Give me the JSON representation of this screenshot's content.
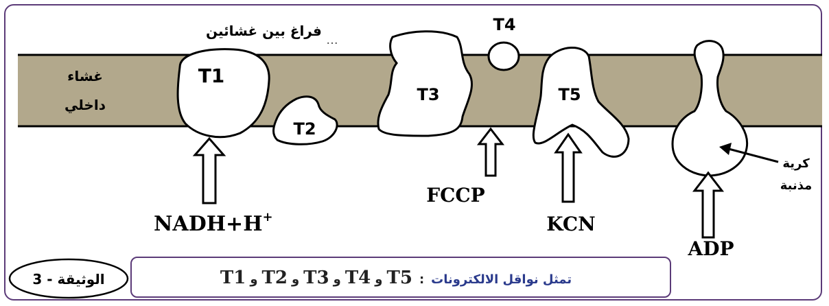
{
  "labels": {
    "intermembrane_space": "فراغ بين غشائين",
    "inner_membrane_line1": "غشاء",
    "inner_membrane_line2": "داخلي",
    "t1": "T1",
    "t2": "T2",
    "t3": "T3",
    "t4": "T4",
    "t5": "T5",
    "nadh": "NADH+H",
    "nadh_sup": "+",
    "fccp": "FCCP",
    "kcn": "KCN",
    "adp": "ADP",
    "sphere_line1": "كرية",
    "sphere_line2": "مذنبة",
    "dots": "..."
  },
  "caption": {
    "t1": "T1",
    "and1": "و",
    "t2": "T2",
    "and2": "و",
    "t3": "T3",
    "and3": "و",
    "t4": "T4",
    "and4": "و",
    "t5": "T5",
    "colon": ":",
    "text": "تمثل نواقل الالكترونات"
  },
  "document_label": "الوثيقة - 3",
  "colors": {
    "membrane": "#b2a88c",
    "frame": "#5b3a78",
    "caption_text": "#2a3a8c"
  }
}
